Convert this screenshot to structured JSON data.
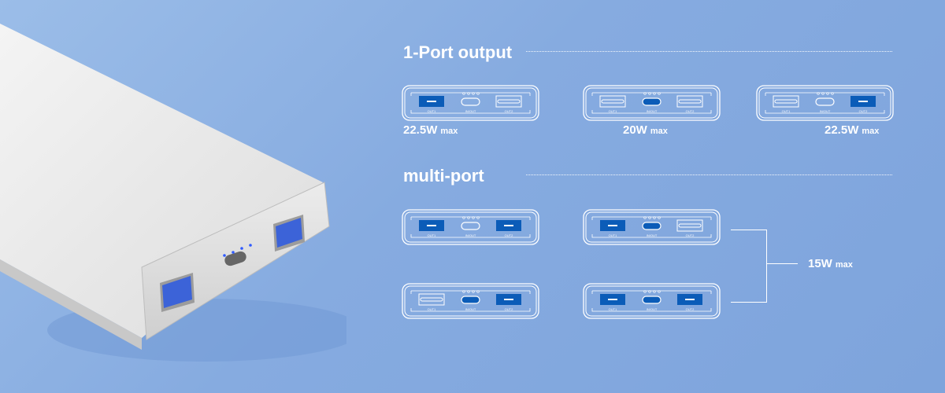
{
  "colors": {
    "background": "#8aaee2",
    "port_active": "#0b5cb8",
    "line": "#ffffff"
  },
  "port_labels": {
    "out1": "OUT1",
    "inout": "IN/OUT",
    "out2": "OUT2"
  },
  "single": {
    "title": "1-Port output",
    "panels": [
      {
        "active": {
          "out1": true,
          "inout": false,
          "out2": false
        },
        "power": "22.5W",
        "unit": "max"
      },
      {
        "active": {
          "out1": false,
          "inout": true,
          "out2": false
        },
        "power": "20W",
        "unit": "max"
      },
      {
        "active": {
          "out1": false,
          "inout": false,
          "out2": true
        },
        "power": "22.5W",
        "unit": "max"
      }
    ]
  },
  "multi": {
    "title": "multi-port",
    "panels": [
      {
        "active": {
          "out1": true,
          "inout": false,
          "out2": true
        }
      },
      {
        "active": {
          "out1": true,
          "inout": true,
          "out2": false
        }
      },
      {
        "active": {
          "out1": false,
          "inout": true,
          "out2": true
        }
      },
      {
        "active": {
          "out1": true,
          "inout": true,
          "out2": true
        }
      }
    ],
    "power": "15W",
    "unit": "max"
  }
}
